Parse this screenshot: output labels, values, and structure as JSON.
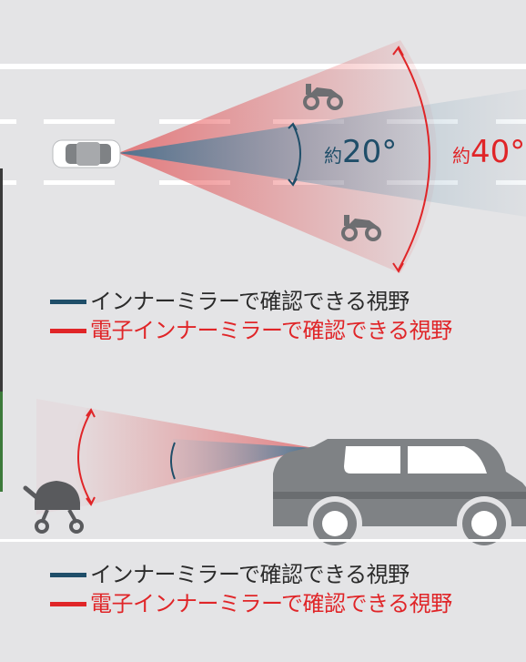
{
  "colors": {
    "background": "#e4e4e6",
    "lane_lines": "#ffffff",
    "inner_mirror": "#1f4e69",
    "electronic_mirror": "#e02528",
    "vehicle": "#7f8285"
  },
  "top_scene": {
    "angle_inner": {
      "prefix": "約",
      "value": "20°"
    },
    "angle_electronic": {
      "prefix": "約",
      "value": "40°"
    },
    "icons": [
      "motorcycle-icon",
      "motorcycle-icon",
      "car-top-view-icon"
    ]
  },
  "bottom_scene": {
    "icons": [
      "suv-side-view-icon",
      "baby-stroller-icon"
    ]
  },
  "legend_top": {
    "inner_mirror_label": "インナーミラーで確認できる視野",
    "electronic_mirror_label": "電子インナーミラーで確認できる視野"
  },
  "legend_bottom": {
    "inner_mirror_label": "インナーミラーで確認できる視野",
    "electronic_mirror_label": "電子インナーミラーで確認できる視野"
  }
}
